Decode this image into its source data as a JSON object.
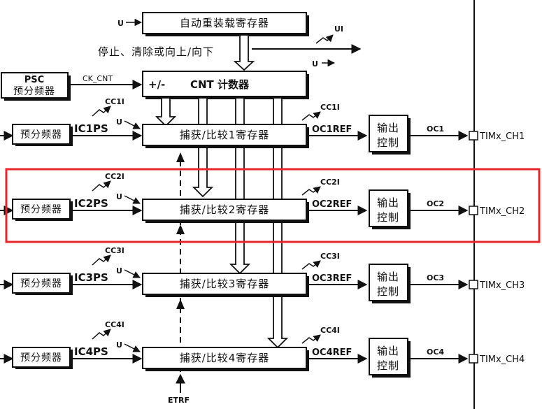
{
  "top": {
    "autoreload_label": "自动重装载寄存器",
    "control_text": "停止、清除或向上/向下",
    "u": "U",
    "ui": "UI"
  },
  "psc": {
    "title": "PSC",
    "subtitle": "预分频器",
    "ck_cnt": "CK_CNT"
  },
  "cnt": {
    "sign": "+/-",
    "label": "CNT 计数器"
  },
  "channels": [
    {
      "cc": "CC1I",
      "icps": "IC1PS",
      "prescaler": "预分频器",
      "u": "U",
      "register": "捕获/比较1寄存器",
      "ref": "OC1REF",
      "cc_out": "CC1I",
      "output_ctrl_1": "输出",
      "output_ctrl_2": "控制",
      "oc": "OC1",
      "pin": "TIMx_CH1"
    },
    {
      "cc": "CC2I",
      "icps": "IC2PS",
      "prescaler": "预分频器",
      "u": "U",
      "register": "捕获/比较2寄存器",
      "ref": "OC2REF",
      "cc_out": "CC2I",
      "output_ctrl_1": "输出",
      "output_ctrl_2": "控制",
      "oc": "OC2",
      "pin": "TIMx_CH2"
    },
    {
      "cc": "CC3I",
      "icps": "IC3PS",
      "prescaler": "预分频器",
      "u": "U",
      "register": "捕获/比较3寄存器",
      "ref": "OC3REF",
      "cc_out": "CC3I",
      "output_ctrl_1": "输出",
      "output_ctrl_2": "控制",
      "oc": "OC3",
      "pin": "TIMx_CH3"
    },
    {
      "cc": "CC4I",
      "icps": "IC4PS",
      "prescaler": "预分频器",
      "u": "U",
      "register": "捕获/比较4寄存器",
      "ref": "OC4REF",
      "cc_out": "CC4I",
      "output_ctrl_1": "输出",
      "output_ctrl_2": "控制",
      "oc": "OC4",
      "pin": "TIMx_CH4"
    }
  ],
  "etrf": "ETRF",
  "highlight_color": "#e8262a"
}
